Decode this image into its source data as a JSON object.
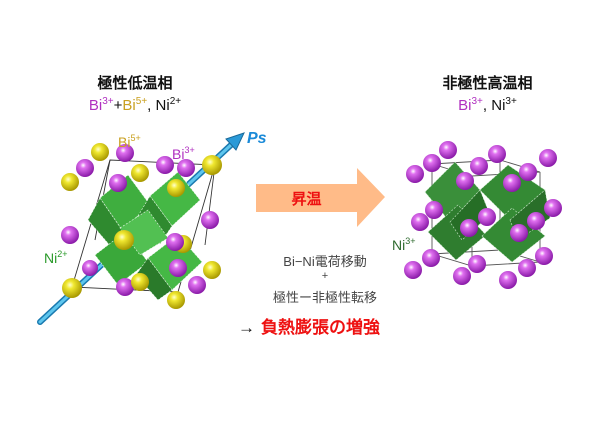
{
  "left_phase": {
    "title": "極性低温相",
    "ions": [
      {
        "base": "Bi",
        "sup": "3+",
        "color": "#b030c0"
      },
      {
        "sep": "+"
      },
      {
        "base": "Bi",
        "sup": "5+",
        "color": "#c9a020"
      },
      {
        "sep": ", "
      },
      {
        "base": "Ni",
        "sup": "2+",
        "color": "#111111"
      }
    ],
    "labels": {
      "bi5": {
        "base": "Bi",
        "sup": "5+"
      },
      "bi3": {
        "base": "Bi",
        "sup": "3+"
      },
      "ni2": {
        "base": "Ni",
        "sup": "2+"
      }
    },
    "polarization_label": "Ps"
  },
  "right_phase": {
    "title": "非極性高温相",
    "ions": [
      {
        "base": "Bi",
        "sup": "3+",
        "color": "#b030c0"
      },
      {
        "sep": ", "
      },
      {
        "base": "Ni",
        "sup": "3+",
        "color": "#111111"
      }
    ],
    "labels": {
      "ni3": {
        "base": "Ni",
        "sup": "3+"
      }
    }
  },
  "transition_arrow": {
    "label": "昇温",
    "fill": "#ffbb88",
    "text_color": "#ee1111"
  },
  "mechanism": {
    "line1": "Bi−Ni電荷移動",
    "plus": "+",
    "line2": "極性ー非極性転移"
  },
  "result": {
    "arrow": "→",
    "text": "負熱膨張の増強"
  },
  "colors": {
    "bi3_atom": "#c040d8",
    "bi5_atom": "#e8d820",
    "octahedron": "#3aa83a",
    "octahedron_dark": "#2e7a2e",
    "polar_axis": "#3aaee0"
  }
}
